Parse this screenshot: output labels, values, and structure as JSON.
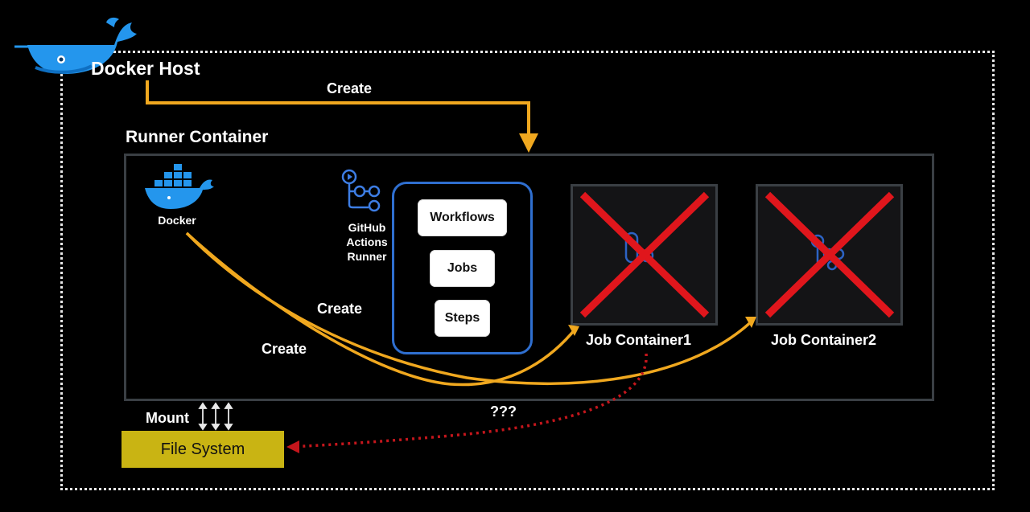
{
  "host": {
    "title": "Docker Host",
    "create_label": "Create"
  },
  "runner": {
    "title": "Runner Container",
    "docker_label": "Docker",
    "github_label_lines": [
      "GitHub",
      "Actions",
      "Runner"
    ],
    "create_label_1": "Create",
    "create_label_2": "Create"
  },
  "workflow_panel": {
    "items": [
      "Workflows",
      "Jobs",
      "Steps"
    ]
  },
  "job_containers": [
    {
      "label": "Job Container1"
    },
    {
      "label": "Job Container2"
    }
  ],
  "mount_label": "Mount",
  "file_system_label": "File System",
  "question_label": "???",
  "colors": {
    "arrow": "#f0a81f",
    "cross": "#e0161c",
    "panel_border": "#2f6fd0",
    "box_border": "#3a3f44",
    "file_system": "#c9b413",
    "dotted_link": "#c4161c"
  }
}
